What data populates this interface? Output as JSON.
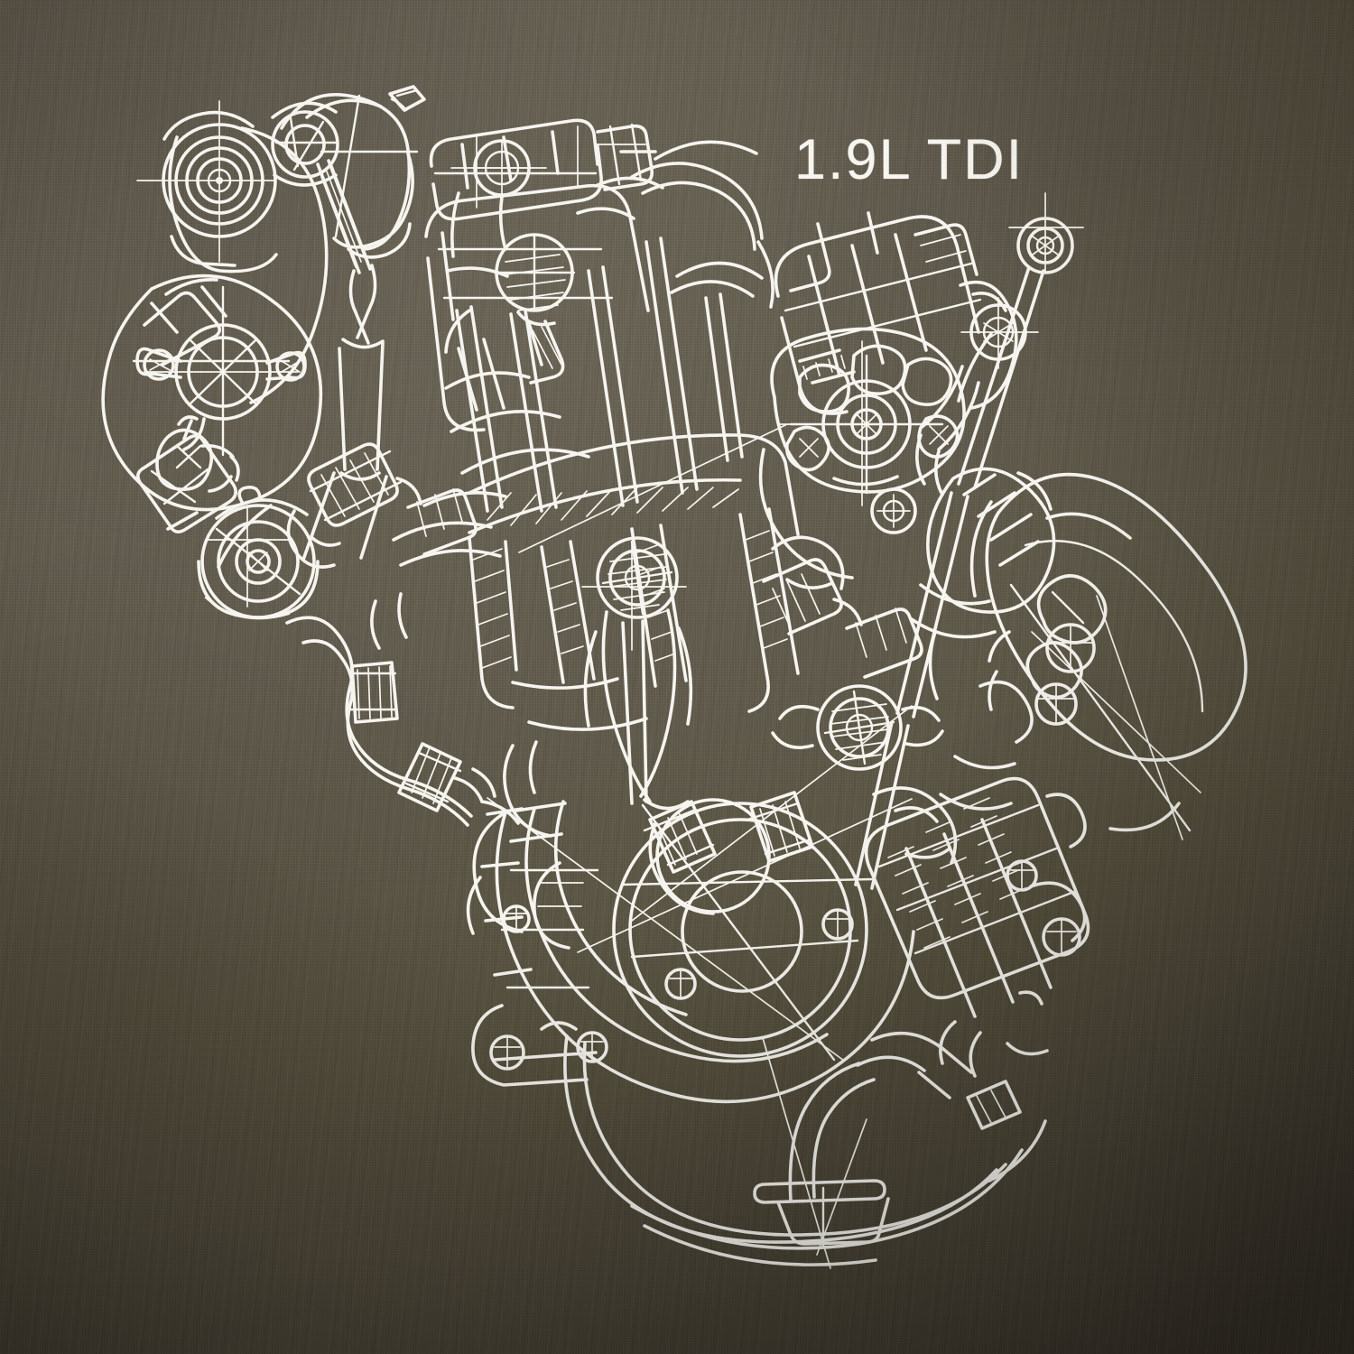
{
  "artwork": {
    "title_text": "1.9L TDI",
    "subject": "vw-1-9-tdi-diesel-engine-cutaway-blueprint",
    "style": "white-line-technical-drawing",
    "ink_color": "#f6f4ee",
    "garment_color": "#5a5449"
  },
  "components": {
    "alternator_pulley": "alternator-pulley",
    "crank_pulley": "crankshaft-pulley",
    "idler_pulley": "idler-pulley",
    "tensioner": "belt-tensioner",
    "cylinder_head": "cylinder-head-cutaway",
    "camshaft": "camshaft",
    "piston": "piston-and-connecting-rod",
    "injection_pump": "injection-pump",
    "vacuum_pump": "vacuum-pump",
    "oil_filter": "oil-filter-canister",
    "dipstick": "oil-dipstick",
    "flywheel": "flywheel-housing",
    "oil_pan": "oil-sump-pan",
    "drain_plug": "oil-drain-plug",
    "coolant_hose": "coolant-hose",
    "intake_manifold": "intake-manifold"
  }
}
